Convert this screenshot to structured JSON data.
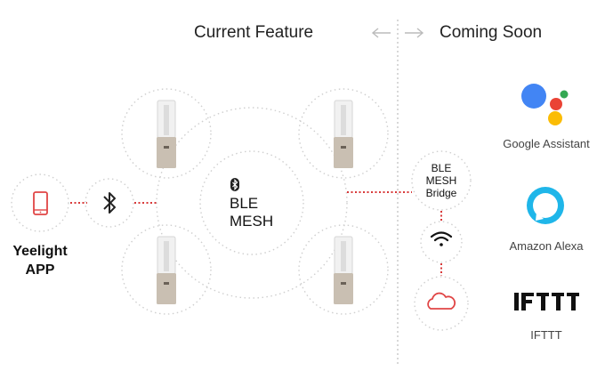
{
  "header": {
    "current": "Current Feature",
    "coming": "Coming Soon"
  },
  "left": {
    "app_label_line1": "Yeelight",
    "app_label_line2": "APP"
  },
  "hub": {
    "line1": "BLE",
    "line2": "MESH"
  },
  "bridge": {
    "line1": "BLE",
    "line2": "MESH",
    "line3": "Bridge"
  },
  "services": [
    {
      "label": "Google Assistant",
      "icon": "google-assistant-icon"
    },
    {
      "label": "Amazon Alexa",
      "icon": "alexa-icon"
    },
    {
      "label": "IFTTT",
      "icon": "ifttt-icon"
    }
  ],
  "colors": {
    "accent_red": "#d83a3a",
    "dotted_gray": "#c9c9c9",
    "google_blue": "#4285f4",
    "google_red": "#ea4335",
    "google_yellow": "#fbbc05",
    "google_green": "#34a853",
    "alexa_blue": "#1fb6e9"
  }
}
